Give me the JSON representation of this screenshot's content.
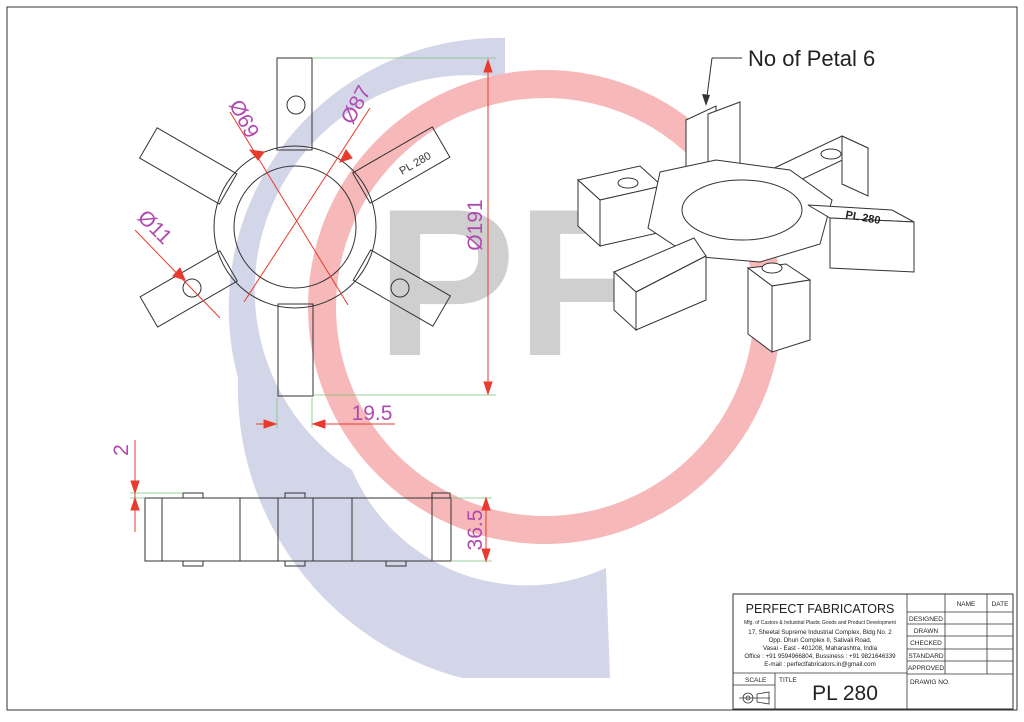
{
  "watermark": {
    "text": "PF",
    "colors": {
      "letters": "#cfcfcf",
      "arc": "#d3d6e8",
      "ring": "#f6b8b8"
    }
  },
  "drawing": {
    "petal_note": "No of Petal 6",
    "part_engraving": "PL 280",
    "dimensions": {
      "hole_dia": "Ø11",
      "inner_dia_a": "Ø69",
      "inner_dia_b": "Ø87",
      "outer_dia": "Ø191",
      "petal_width": "19.5",
      "boss_height": "2",
      "thickness": "36.5"
    },
    "colors": {
      "dimension": "#b04ab0",
      "leader": "#e83b2e",
      "extension": "#7ac47a"
    }
  },
  "title_block": {
    "company": "PERFECT FABRICATORS",
    "tagline": "Mfg. of Castors & Industrial Plastic Goods and Product Development",
    "address": [
      "17, Sheetal Supreme Industrial Complex, Bldg No. 2",
      "Opp. Dhuri Complex II, Sativali Road,",
      "Vasai - East - 401208, Maharashtra, India",
      "Office : +91 9594966804, Bussiness : +91 9821646339",
      "E-mail : perfectfabricators.in@gmail.com"
    ],
    "headers": {
      "name": "NAME",
      "date": "DATE"
    },
    "rows": [
      "DESIGNED",
      "DRAWN",
      "CHECKED",
      "STANDARD",
      "APPROVED"
    ],
    "scale_label": "SCALE",
    "title_label": "TITLE",
    "title_value": "PL 280",
    "drawing_no_label": "DRAWIG NO."
  }
}
